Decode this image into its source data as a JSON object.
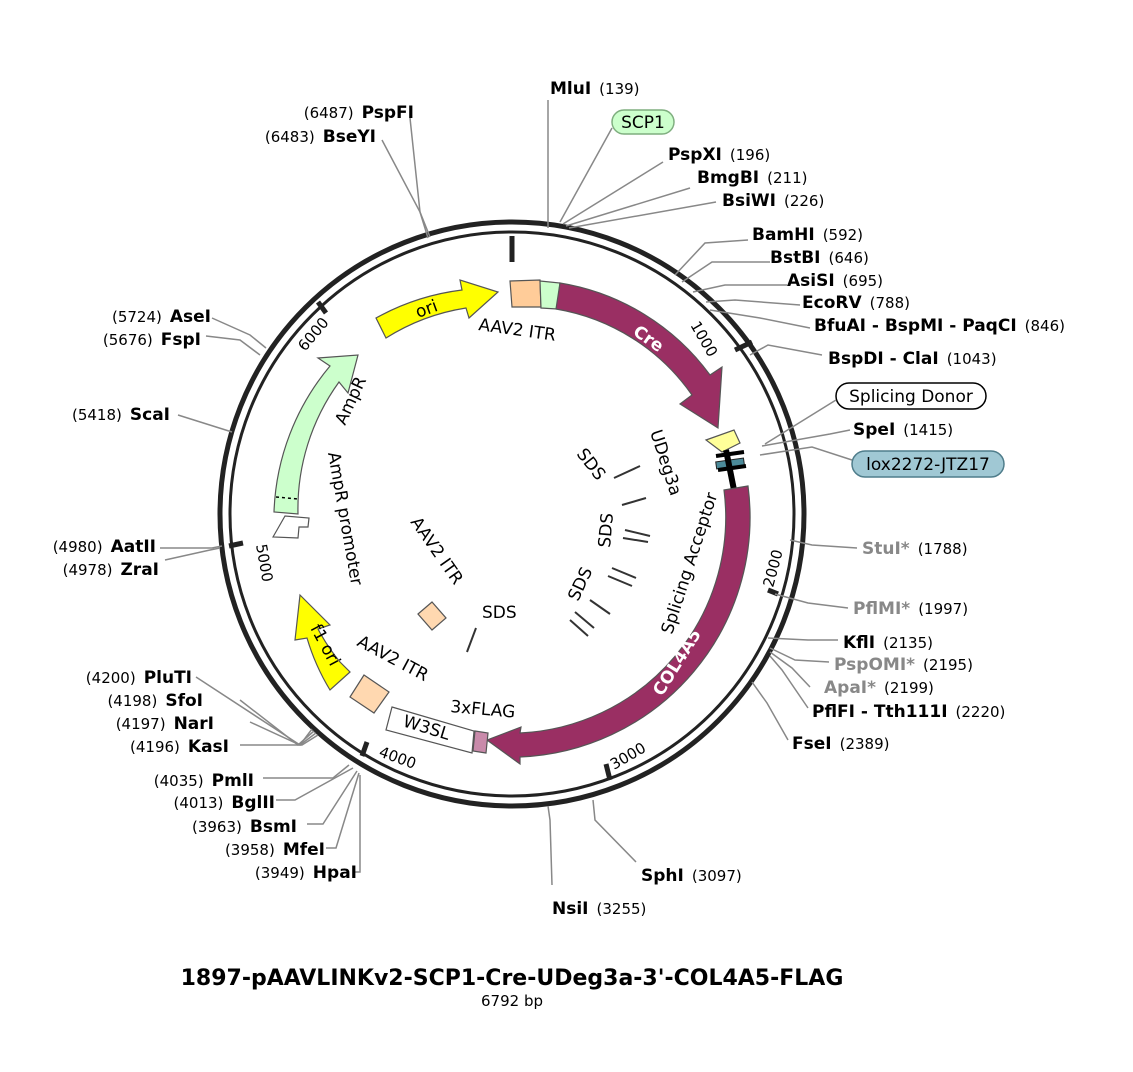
{
  "title": "1897-pAAVLINKv2-SCP1-Cre-UDeg3a-3'-COL4A5-FLAG",
  "length": "6792 bp",
  "ticks": [
    "1000",
    "2000",
    "3000",
    "4000",
    "5000",
    "6000"
  ],
  "sites": {
    "mlui": {
      "name": "MluI",
      "pos": "(139)"
    },
    "pspxi": {
      "name": "PspXI",
      "pos": "(196)"
    },
    "bmgbi": {
      "name": "BmgBI",
      "pos": "(211)"
    },
    "bsiwi": {
      "name": "BsiWI",
      "pos": "(226)"
    },
    "bamhi": {
      "name": "BamHI",
      "pos": "(592)"
    },
    "bstbi": {
      "name": "BstBI",
      "pos": "(646)"
    },
    "asisi": {
      "name": "AsiSI",
      "pos": "(695)"
    },
    "ecorv": {
      "name": "EcoRV",
      "pos": "(788)"
    },
    "bfuai": {
      "name": "BfuAI - BspMI - PaqCI",
      "pos": "(846)"
    },
    "bspdi": {
      "name": "BspDI - ClaI",
      "pos": "(1043)"
    },
    "spei": {
      "name": "SpeI",
      "pos": "(1415)"
    },
    "stui": {
      "name": "StuI*",
      "pos": "(1788)"
    },
    "pflmi": {
      "name": "PflMI*",
      "pos": "(1997)"
    },
    "kfli": {
      "name": "KflI",
      "pos": "(2135)"
    },
    "pspomi": {
      "name": "PspOMI*",
      "pos": "(2195)"
    },
    "apai": {
      "name": "ApaI*",
      "pos": "(2199)"
    },
    "pflfi": {
      "name": "PflFI - Tth111I",
      "pos": "(2220)"
    },
    "fsei": {
      "name": "FseI",
      "pos": "(2389)"
    },
    "sphi": {
      "name": "SphI",
      "pos": "(3097)"
    },
    "nsii": {
      "name": "NsiI",
      "pos": "(3255)"
    },
    "hpai": {
      "name": "HpaI",
      "pos": "(3949)"
    },
    "mfei": {
      "name": "MfeI",
      "pos": "(3958)"
    },
    "bsmi": {
      "name": "BsmI",
      "pos": "(3963)"
    },
    "bglii": {
      "name": "BglII",
      "pos": "(4013)"
    },
    "pmli": {
      "name": "PmlI",
      "pos": "(4035)"
    },
    "kasi": {
      "name": "KasI",
      "pos": "(4196)"
    },
    "nari": {
      "name": "NarI",
      "pos": "(4197)"
    },
    "sfoi": {
      "name": "SfoI",
      "pos": "(4198)"
    },
    "pluti": {
      "name": "PluTI",
      "pos": "(4200)"
    },
    "zrai": {
      "name": "ZraI",
      "pos": "(4978)"
    },
    "aatii": {
      "name": "AatII",
      "pos": "(4980)"
    },
    "scai": {
      "name": "ScaI",
      "pos": "(5418)"
    },
    "fspi": {
      "name": "FspI",
      "pos": "(5676)"
    },
    "asei": {
      "name": "AseI",
      "pos": "(5724)"
    },
    "bseyi": {
      "name": "BseYI",
      "pos": "(6483)"
    },
    "pspfi": {
      "name": "PspFI",
      "pos": "(6487)"
    }
  },
  "callouts": {
    "scp1": "SCP1",
    "splicing_donor": "Splicing Donor",
    "lox": "lox2272-JTZ17"
  },
  "features": {
    "ori": "ori",
    "aav2_itr_top": "AAV2 ITR",
    "cre": "Cre",
    "udeg3a": "UDeg3a",
    "splicing_acceptor": "Splicing Acceptor",
    "col4a5": "COL4A5",
    "flag": "3xFLAG",
    "w3sl": "W3SL",
    "aav2_itr_bottom": "AAV2 ITR",
    "f1ori": "f1 ori",
    "ampr": "AmpR",
    "ampr_promoter": "AmpR promoter",
    "aav2_itr_inner": "AAV2 ITR",
    "sds1": "SDS",
    "sds2": "SDS",
    "sds3": "SDS",
    "sds4": "SDS"
  },
  "colors": {
    "cre": "#9a2f63",
    "ori": "#ffff00",
    "ampr": "#ccffcc",
    "itr": "#ffd8b0",
    "scp1": "#ccffcc",
    "lox": "#a0c8d4",
    "flag": "#c98aaa"
  }
}
